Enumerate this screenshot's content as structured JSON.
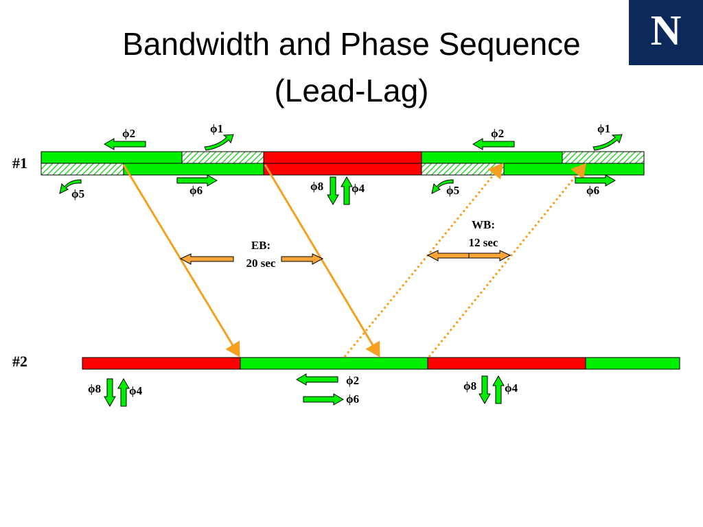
{
  "slide": {
    "title_line1": "Bandwidth and Phase Sequence",
    "title_line2": "(Lead-Lag)",
    "logo_text": "N"
  },
  "colors": {
    "green": "#00ee00",
    "red": "#ff0000",
    "hatch": "#33cc33",
    "orange": "#f5a01f",
    "arrow_orange": "#f7a539",
    "logo_bg": "#0b2a5b"
  },
  "diagram": {
    "intersection1_label": "#1",
    "intersection2_label": "#2",
    "eb_label_line1": "EB:",
    "eb_label_line2": "20 sec",
    "wb_label_line1": "WB:",
    "wb_label_line2": "12 sec",
    "phases": {
      "p1": "ϕ1",
      "p2": "ϕ2",
      "p4": "ϕ4",
      "p5": "ϕ5",
      "p6": "ϕ6",
      "p8": "ϕ8"
    }
  }
}
